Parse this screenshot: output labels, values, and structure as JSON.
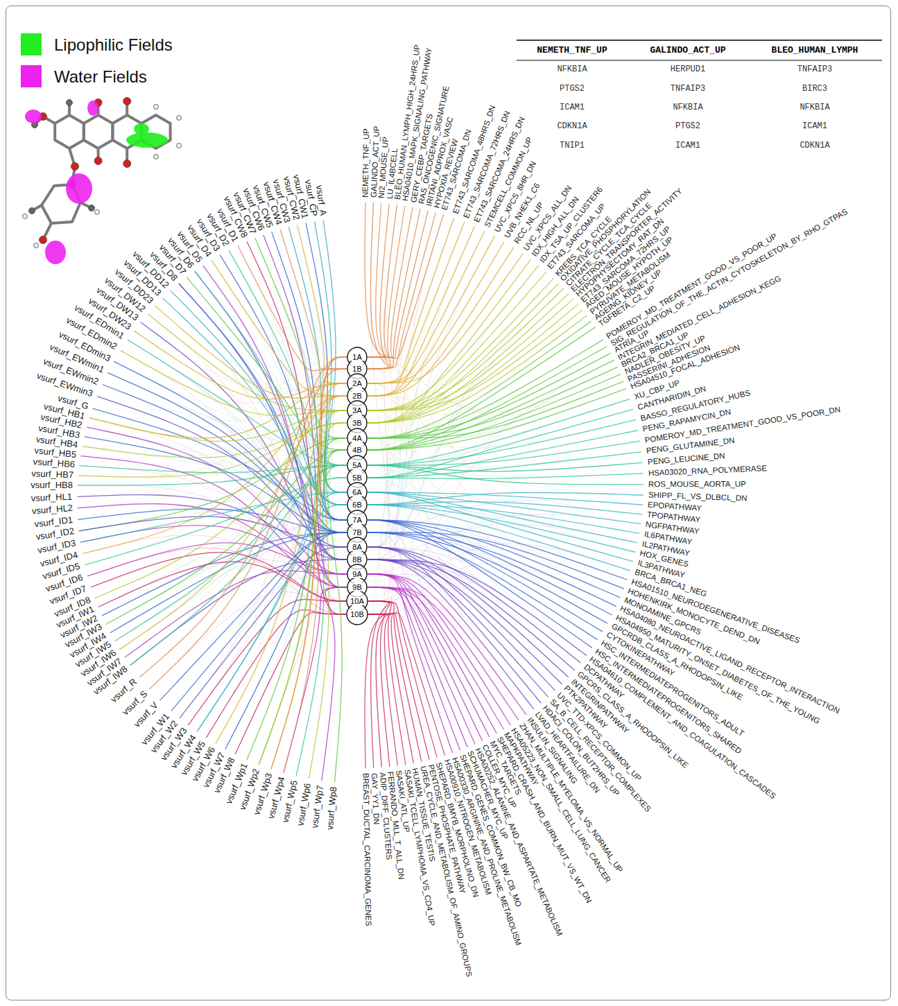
{
  "diagram": {
    "nodes": [
      {
        "text": [
          "1A"
        ]
      },
      {
        "text": [
          "1B"
        ]
      },
      {
        "text": [
          "2A"
        ]
      },
      {
        "text": [
          "2B"
        ]
      },
      {
        "text": [
          "3A"
        ]
      },
      {
        "text": [
          "3B"
        ]
      },
      {
        "text": [
          "4A"
        ]
      },
      {
        "text": [
          "4B"
        ]
      },
      {
        "text": [
          "5A"
        ]
      },
      {
        "text": [
          "5B"
        ]
      },
      {
        "text": [
          "6A"
        ]
      },
      {
        "text": [
          "6B"
        ]
      },
      {
        "text": [
          "7A"
        ]
      },
      {
        "text": [
          "7B"
        ]
      },
      {
        "text": [
          "8A"
        ]
      },
      {
        "text": [
          "8B"
        ]
      },
      {
        "text": [
          "9A"
        ]
      },
      {
        "text": [
          "9B"
        ]
      },
      {
        "text": [
          "10A"
        ]
      },
      {
        "text": [
          "10B"
        ]
      }
    ],
    "labels": [
      "NEMETH_TNF_UP",
      "GALINDO_ACT_UP",
      "BLEO_HUMAN_LYMPH",
      "NFKBIA",
      "HERPUD1",
      "TNFAIP3",
      "PTGS2",
      "TNFAIP3",
      "BIRC3",
      "ICAM1",
      "NFKBIA",
      "NFKBIA",
      "CDKN1A",
      "PTGS2",
      "ICAM1",
      "TNIP1",
      "ICAM1",
      "CDKN1A",
      "vsurf_A",
      "vsurf_CP",
      "vsurf_CW1",
      "vsurf_CW2",
      "vsurf_CW3",
      "vsurf_CW4",
      "vsurf_CW5",
      "vsurf_CW6",
      "vsurf_CW7",
      "vsurf_CW8",
      "vsurf_D1",
      "vsurf_D2",
      "vsurf_D3",
      "vsurf_D4",
      "vsurf_D5",
      "vsurf_D6",
      "vsurf_D7",
      "vsurf_D8",
      "vsurf_DD12",
      "vsurf_DD13",
      "vsurf_DD23",
      "vsurf_DW12",
      "vsurf_DW13",
      "vsurf_DW23",
      "vsurf_EDmin1",
      "vsurf_EDmin2",
      "vsurf_EDmin3",
      "vsurf_EWmin1",
      "vsurf_EWmin2",
      "vsurf_EWmin3",
      "vsurf_G",
      "vsurf_HB1",
      "vsurf_HB2",
      "vsurf_HB3",
      "vsurf_HB4",
      "vsurf_HB5",
      "vsurf_HB6",
      "vsurf_HB7",
      "vsurf_HB8",
      "vsurf_HL1",
      "vsurf_HL2",
      "vsurf_ID1",
      "vsurf_ID2",
      "vsurf_ID3",
      "vsurf_ID4",
      "vsurf_ID5",
      "vsurf_ID6",
      "vsurf_ID7",
      "vsurf_ID8",
      "vsurf_IW1",
      "vsurf_IW2",
      "vsurf_IW3",
      "vsurf_IW4",
      "vsurf_IW5",
      "vsurf_IW6",
      "vsurf_IW7",
      "vsurf_IW8",
      "vsurf_R",
      "vsurf_S",
      "vsurf_V",
      "vsurf_W1",
      "vsurf_W2",
      "vsurf_W3",
      "vsurf_W4",
      "vsurf_W5",
      "vsurf_W6",
      "vsurf_W7",
      "vsurf_W8",
      "vsurf_Wp1",
      "vsurf_Wp2",
      "vsurf_Wp3",
      "vsurf_Wp4",
      "vsurf_Wp5",
      "vsurf_Wp6",
      "vsurf_Wp7",
      "vsurf_Wp8",
      "NEMETH_TNF_UP",
      "GALINDO_ACT_UP",
      "NI2_MOUSE_UP",
      "LU_IL4BCELL",
      "BLEO_HUMAN_LYMPH_HIGH_24HRS_UP",
      "HSA04010_MAPK_SIGNALING_PATHWAY",
      "GERY_CEBP_TARGETS",
      "RAS_ONCOGENIC_SIGNATURE",
      "IRITANI_ADPROX_VASC",
      "HYPOXIA_REVIEW",
      "ET743_SARCOMA_DN",
      "ET743_SARCOMA_48HRS_DN",
      "ET743_SARCOMA_72HRS_DN",
      "ET743_SARCOMA_24HRS_DN",
      "STEMCELL_COMMON_UP",
      "UVC_XPCS_8HR_DN",
      "UVB_NHEK1_C6",
      "RCC_NL_UP",
      "UVC_XPCS_ALL_DN",
      "IDX_HIGH_ALL_DN",
      "IDX_TSA_UP_CLUSTER6",
      "ET743_SARCOMA_UP",
      "KREBS_TCA_CYCLE",
      "OXIDATIVE_PHOSPHORYLATION",
      "CITRATE_CYCLE_TCA_CYCLE",
      "ELECTRON_TRANSPORTER_ACTIVITY",
      "HYPOPHYSECTOMY_RAT_DN",
      "ET743_SARCOMA_72HRS_UP",
      "AGED_MOUSE_HYPOTH_UP",
      "PYRUVATE_METABOLISM",
      "AGEING_KIDNEY_UP",
      "TGFBETA_C2_UP",
      "POMEROY_MD_TREATMENT_GOOD_VS_POOR_UP",
      "SIG_REGULATION_OF_THE_ACTIN_CYTOSKELETON_BY_RHO_GTPAS",
      "ATRIA_UP",
      "INTEGRIN_MEDIATED_CELL_ADHESION_KEGG",
      "BRCA2_BRCA1_UP",
      "NADLER_OBESITY_UP",
      "PASSERINI_ADHESION",
      "HSA04510_FOCAL_ADHESION",
      "XU_CBP_UP",
      "CANTHARIDIN_DN",
      "BASSO_REGULATORY_HUBS",
      "PENG_RAPAMYCIN_DN",
      "POMEROY_MD_TREATMENT_GOOD_VS_POOR_DN",
      "PENG_GLUTAMINE_DN",
      "PENG_LEUCINE_DN",
      "HSA03020_RNA_POLYMERASE",
      "ROS_MOUSE_AORTA_UP",
      "SHIPP_FL_VS_DLBCL_DN",
      "EPOPATHWAY",
      "TPOPATHWAY",
      "NGFPATHWAY",
      "IL6PATHWAY",
      "IL2PATHWAY",
      "HOX_GENES",
      "IL3PATHWAY",
      "BRCA_BRCA1_NEG",
      "HSA01510_NEURODEGENERATIVE_DISEASES",
      "HOHENKIRK_MONOCYTE_DEND_DN",
      "MONOAMINE_GPCRS",
      "HSA04080_NEUROACTIVE_LIGAND_RECEPTOR_INTERACTION",
      "HSA04950_MATURITY_ONSET_DIABETES_OF_THE_YOUNG",
      "GPCRDB_CLASS_A_RHODOPSIN_LIKE",
      "CYTOKINEPATHWAY",
      "HSC_INTERMEDIATEPROGENITORS_ADULT",
      "HSC_INTERMEDIATEPROGENITORS_SHARED",
      "HSA04610_COMPLEMENT_AND_COAGULATION_CASCADES",
      "DCPATHWAY",
      "GPCRS_CLASS_A_RHODOPSIN_LIKE",
      "INTEGRINPATHWAY",
      "PTK2PATHWAY",
      "UVC_TTD-XPCS_COMMON_UP",
      "SA_B_CELL_RECEPTOR_COMPLEXES",
      "HDACI_COLON_BUT2HRS_UP",
      "LVAD_HEARTFAILURE_DN",
      "INSULIN_SIGNALING",
      "ZHAN_MULTIPLE_MYELOMA_VS_NORMAL_UP",
      "HSA05223_NON_SMALL_CELL_LUNG_CANCER",
      "MAPKPATHWAY",
      "SHEPARD_CRASH_AND_BURN_MUT_VS_WT_DN",
      "MYC_TARGETS",
      "COLLER_MYC_UP",
      "HSA00252_ALANINE_AND_ASPARTATE_METABOLISM",
      "SCHUMACHER_MYC_UP",
      "SHEPARD_GENES_COMMON_BW_CB_MO",
      "HSA00330_ARGININE_AND_PROLINE_METABOLISM",
      "HSA00910_NITROGEN_METABOLISM",
      "SHEPARD_BMYB_MORPHOLINO_DN",
      "PENTOSE_PHOSPHATE_PATHWAY",
      "UREA_CYCLE_AND_METABOLISM_OF_AMINO_GROUPS",
      "HUMAN_TISSUE_TESTIS",
      "SASAKI_TCELL_LYMPHOMA_VS_CD4_UP",
      "SASAKI_ATL_UP",
      "FERRANDO_MLL_T_ALL_DN",
      "ADIP_DIFF_CLUSTERS",
      "GAY_YY1_DN",
      "BREAST_DUCTAL_CARCINOMA_GENES"
    ],
    "legend": [
      {
        "text": "Lipophilic Fields",
        "color": "#22ee22"
      },
      {
        "text": "Water Fields",
        "color": "#ee22ee"
      }
    ]
  }
}
